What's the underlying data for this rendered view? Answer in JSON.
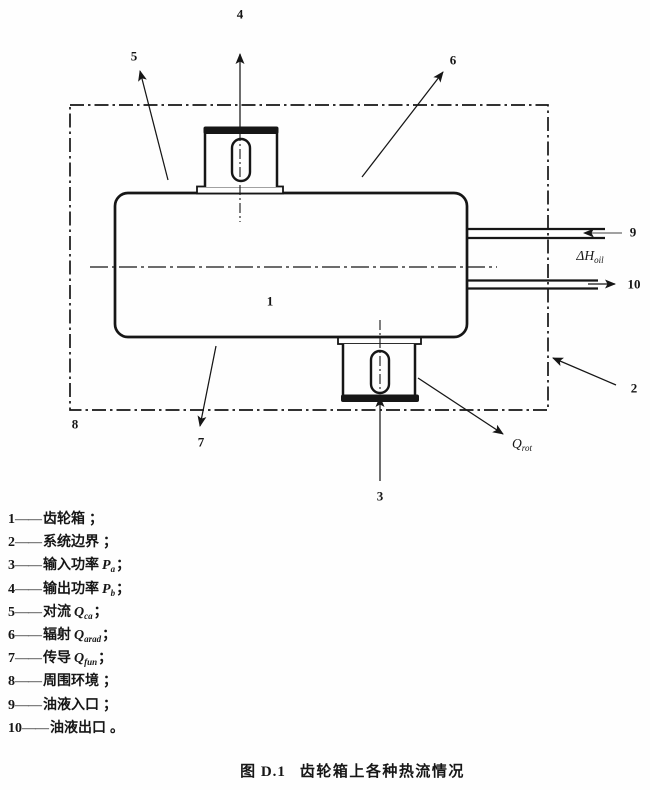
{
  "diagram": {
    "labels": {
      "n1": "1",
      "n2": "2",
      "n3": "3",
      "n4": "4",
      "n5": "5",
      "n6": "6",
      "n7": "7",
      "n8": "8",
      "n9": "9",
      "n10": "10",
      "q_rot": {
        "main": "Q",
        "sub": "rot"
      },
      "delta_h_oil": {
        "main": "ΔH",
        "sub": "oil"
      }
    },
    "ink_color": "#161616"
  },
  "legend": {
    "sep": "——",
    "items": [
      {
        "num": "1",
        "label": "齿轮箱",
        "sym_main": "",
        "sym_sub": "",
        "punct": "；"
      },
      {
        "num": "2",
        "label": "系统边界",
        "sym_main": "",
        "sym_sub": "",
        "punct": "；"
      },
      {
        "num": "3",
        "label": "输入功率",
        "sym_main": "P",
        "sym_sub": "a",
        "punct": "；"
      },
      {
        "num": "4",
        "label": "输出功率",
        "sym_main": "P",
        "sym_sub": "b",
        "punct": "；"
      },
      {
        "num": "5",
        "label": "对流",
        "sym_main": "Q",
        "sym_sub": "ca",
        "punct": "；"
      },
      {
        "num": "6",
        "label": "辐射",
        "sym_main": "Q",
        "sym_sub": "arad",
        "punct": "；"
      },
      {
        "num": "7",
        "label": "传导",
        "sym_main": "Q",
        "sym_sub": "fun",
        "punct": "；"
      },
      {
        "num": "8",
        "label": "周围环境",
        "sym_main": "",
        "sym_sub": "",
        "punct": "；"
      },
      {
        "num": "9",
        "label": "油液入口",
        "sym_main": "",
        "sym_sub": "",
        "punct": "；"
      },
      {
        "num": "10",
        "label": "油液出口",
        "sym_main": "",
        "sym_sub": "",
        "punct": "。"
      }
    ]
  },
  "caption": {
    "fig": "图 D.1",
    "title": "齿轮箱上各种热流情况"
  }
}
